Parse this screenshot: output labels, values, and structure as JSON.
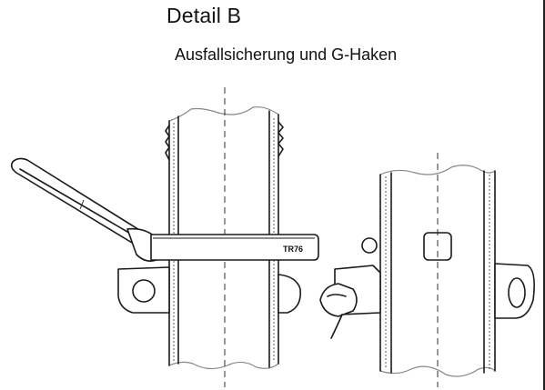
{
  "header": {
    "title": "Detail B",
    "subtitle": "Ausfallsicherung und G-Haken"
  },
  "drawing": {
    "pin_marking": "TR76"
  }
}
